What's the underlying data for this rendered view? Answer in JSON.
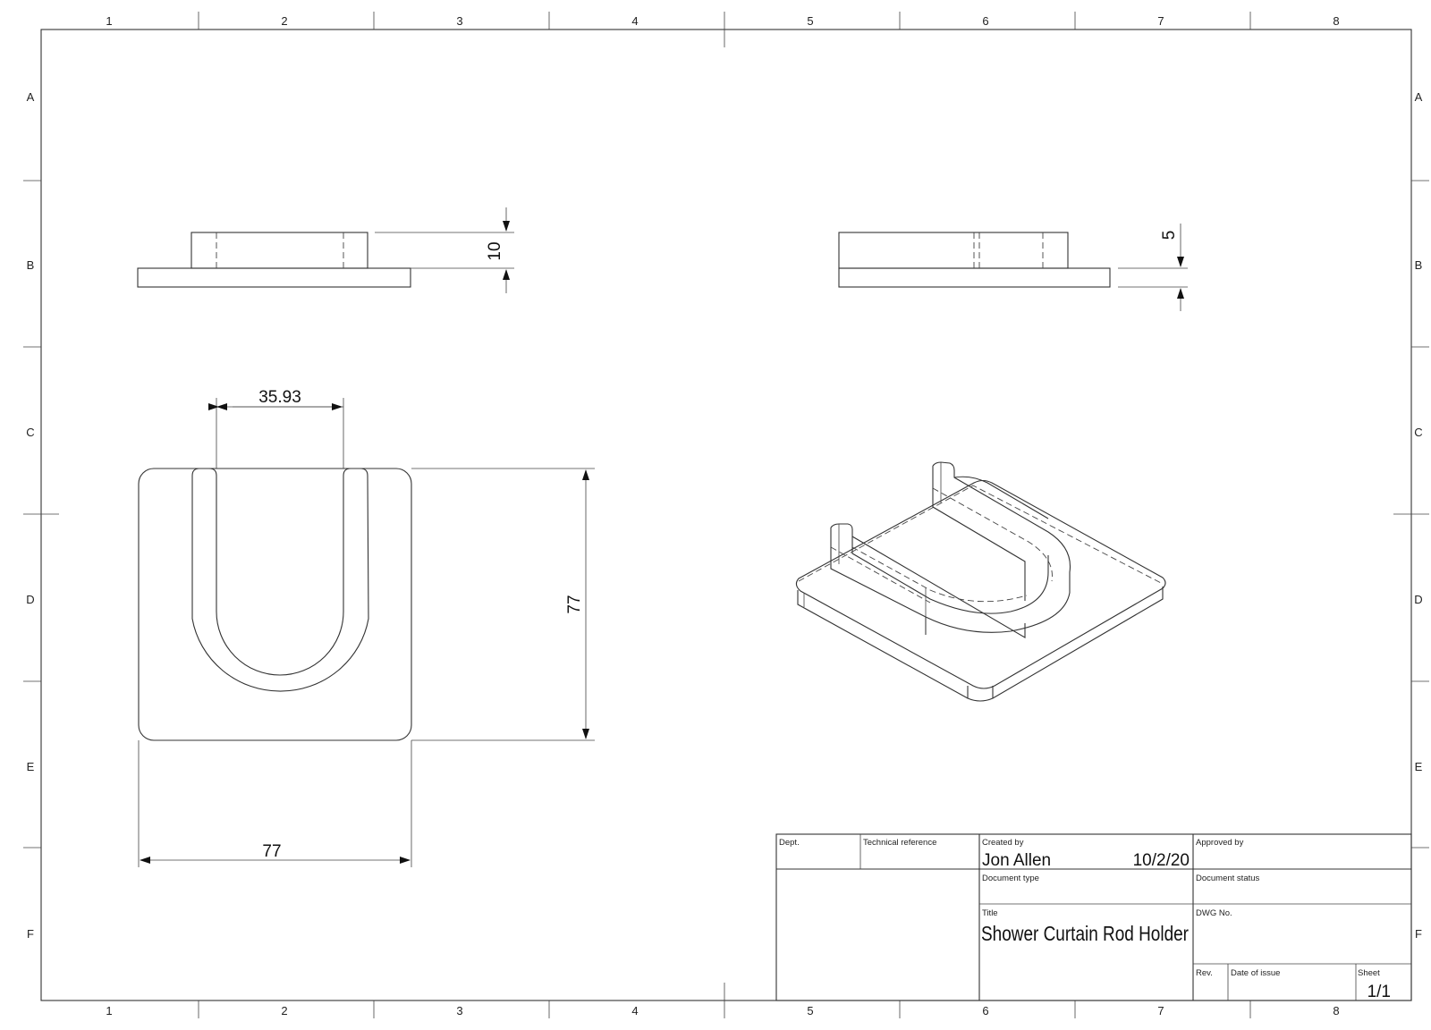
{
  "border": {
    "columns": [
      "1",
      "2",
      "3",
      "4",
      "5",
      "6",
      "7",
      "8"
    ],
    "rows": [
      "A",
      "B",
      "C",
      "D",
      "E",
      "F"
    ]
  },
  "dimensions": {
    "side_view_height": "10",
    "front_view_thickness": "5",
    "slot_width": "35.93",
    "plan_height": "77",
    "plan_width": "77"
  },
  "title_block": {
    "dept_label": "Dept.",
    "tech_ref_label": "Technical reference",
    "created_by_label": "Created by",
    "created_by": "Jon Allen",
    "date": "10/2/20",
    "approved_by_label": "Approved by",
    "document_type_label": "Document type",
    "document_status_label": "Document status",
    "title_label": "Title",
    "title": "Shower Curtain Rod Holder",
    "dwg_no_label": "DWG No.",
    "rev_label": "Rev.",
    "date_of_issue_label": "Date of issue",
    "sheet_label": "Sheet",
    "sheet": "1/1"
  }
}
